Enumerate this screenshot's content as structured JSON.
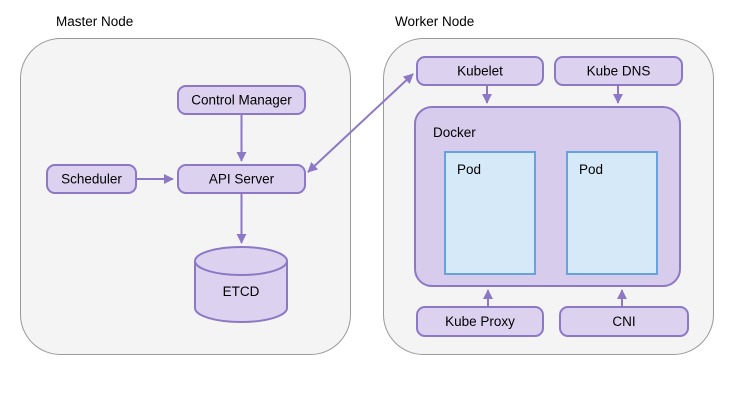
{
  "diagram": {
    "type": "architecture-diagram",
    "subject": "Kubernetes cluster components",
    "containers": {
      "master": {
        "label": "Master Node"
      },
      "worker": {
        "label": "Worker Node"
      }
    },
    "nodes": {
      "control_manager": {
        "label": "Control Manager",
        "container": "master"
      },
      "scheduler": {
        "label": "Scheduler",
        "container": "master"
      },
      "api_server": {
        "label": "API Server",
        "container": "master"
      },
      "etcd": {
        "label": "ETCD",
        "container": "master",
        "shape": "cylinder"
      },
      "kubelet": {
        "label": "Kubelet",
        "container": "worker"
      },
      "kube_dns": {
        "label": "Kube DNS",
        "container": "worker"
      },
      "docker": {
        "label": "Docker",
        "container": "worker",
        "shape": "group"
      },
      "pod_1": {
        "label": "Pod",
        "container": "docker"
      },
      "pod_2": {
        "label": "Pod",
        "container": "docker"
      },
      "kube_proxy": {
        "label": "Kube Proxy",
        "container": "worker"
      },
      "cni": {
        "label": "CNI",
        "container": "worker"
      }
    },
    "edges": [
      {
        "from": "Control Manager",
        "to": "API Server",
        "direction": "one-way"
      },
      {
        "from": "Scheduler",
        "to": "API Server",
        "direction": "one-way"
      },
      {
        "from": "API Server",
        "to": "ETCD",
        "direction": "one-way"
      },
      {
        "from": "API Server",
        "to": "Kubelet",
        "direction": "two-way"
      },
      {
        "from": "Kubelet",
        "to": "Docker",
        "direction": "one-way"
      },
      {
        "from": "Kube DNS",
        "to": "Docker",
        "direction": "one-way"
      },
      {
        "from": "Kube Proxy",
        "to": "Docker",
        "direction": "one-way"
      },
      {
        "from": "CNI",
        "to": "Docker",
        "direction": "one-way"
      }
    ],
    "colors": {
      "node_fill": "#dcd2ef",
      "node_stroke": "#8c78c5",
      "docker_fill": "#d8ccec",
      "pod_fill": "#d6e9f8",
      "pod_stroke": "#66a3dc",
      "container_fill": "#f4f4f4",
      "container_stroke": "#9a9a9a",
      "arrow": "#8c78c5",
      "text": "#000000",
      "background": "#ffffff"
    }
  }
}
